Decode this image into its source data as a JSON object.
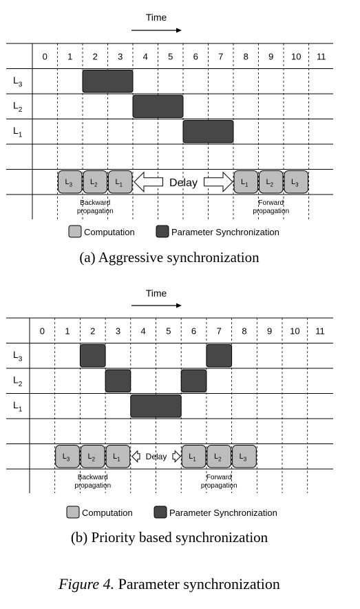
{
  "panels": [
    {
      "id": "a",
      "time_label": "Time",
      "columns": [
        "0",
        "1",
        "2",
        "3",
        "4",
        "5",
        "6",
        "7",
        "8",
        "9",
        "10",
        "11"
      ],
      "rows": [
        {
          "label": "L",
          "sub": "3"
        },
        {
          "label": "L",
          "sub": "2"
        },
        {
          "label": "L",
          "sub": "1"
        }
      ],
      "sync_blocks": [
        {
          "row": 0,
          "start": 2,
          "end": 4
        },
        {
          "row": 1,
          "start": 4,
          "end": 6
        },
        {
          "row": 2,
          "start": 6,
          "end": 8
        }
      ],
      "computation_blocks": [
        {
          "label": "L",
          "sub": "3",
          "col": 1
        },
        {
          "label": "L",
          "sub": "2",
          "col": 2
        },
        {
          "label": "L",
          "sub": "1",
          "col": 3
        },
        {
          "label": "L",
          "sub": "1",
          "col": 8
        },
        {
          "label": "L",
          "sub": "2",
          "col": 9
        },
        {
          "label": "L",
          "sub": "3",
          "col": 10
        }
      ],
      "delay_label": "Delay",
      "backward_label": [
        "Backward",
        "propagation"
      ],
      "forward_label": [
        "Forward",
        "propagation"
      ],
      "legend": {
        "computation": "Computation",
        "sync": "Parameter Synchronization"
      },
      "caption": "(a)  Aggressive synchronization"
    },
    {
      "id": "b",
      "time_label": "Time",
      "columns": [
        "0",
        "1",
        "2",
        "3",
        "4",
        "5",
        "6",
        "7",
        "8",
        "9",
        "10",
        "11"
      ],
      "rows": [
        {
          "label": "L",
          "sub": "3"
        },
        {
          "label": "L",
          "sub": "2"
        },
        {
          "label": "L",
          "sub": "1"
        }
      ],
      "sync_blocks": [
        {
          "row": 0,
          "start": 2,
          "end": 3
        },
        {
          "row": 1,
          "start": 3,
          "end": 4
        },
        {
          "row": 2,
          "start": 4,
          "end": 6
        },
        {
          "row": 1,
          "start": 6,
          "end": 7
        },
        {
          "row": 0,
          "start": 7,
          "end": 8
        }
      ],
      "computation_blocks": [
        {
          "label": "L",
          "sub": "3",
          "col": 1
        },
        {
          "label": "L",
          "sub": "2",
          "col": 2
        },
        {
          "label": "L",
          "sub": "1",
          "col": 3
        },
        {
          "label": "L",
          "sub": "1",
          "col": 6
        },
        {
          "label": "L",
          "sub": "2",
          "col": 7
        },
        {
          "label": "L",
          "sub": "3",
          "col": 8
        }
      ],
      "delay_label": "Delay",
      "backward_label": [
        "Backward",
        "propagation"
      ],
      "forward_label": [
        "Forward",
        "propagation"
      ],
      "legend": {
        "computation": "Computation",
        "sync": "Parameter Synchronization"
      },
      "caption": "(b)  Priority based synchronization"
    }
  ],
  "figure_caption": {
    "prefix": "Figure 4.",
    "text": "Parameter synchronization"
  },
  "colors": {
    "sync": "#474747",
    "computation": "#bdbdbd",
    "grid": "#000000"
  }
}
